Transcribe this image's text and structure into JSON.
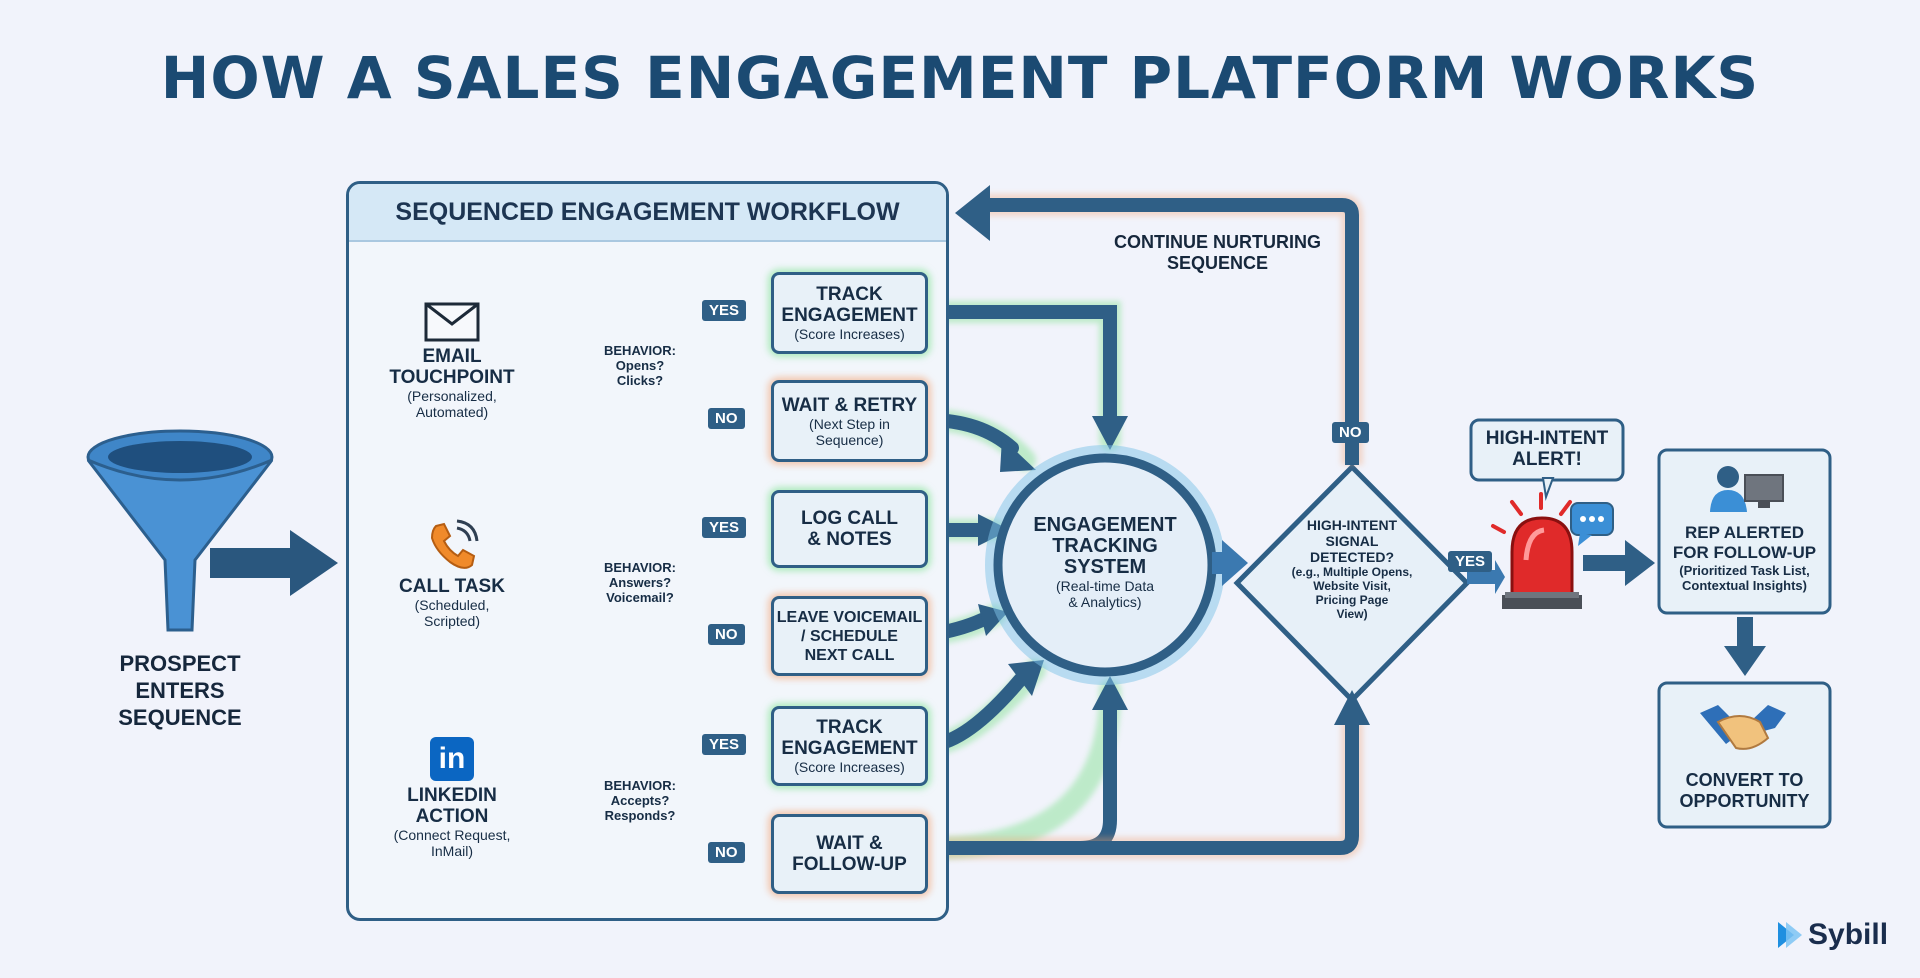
{
  "title": "HOW A SALES ENGAGEMENT PLATFORM WORKS",
  "workflow_header": "SEQUENCED ENGAGEMENT WORKFLOW",
  "prospect": {
    "line1": "PROSPECT",
    "line2": "ENTERS",
    "line3": "SEQUENCE"
  },
  "touchpoints": [
    {
      "icon": "envelope-icon",
      "title1": "EMAIL",
      "title2": "TOUCHPOINT",
      "sub1": "(Personalized,",
      "sub2": "Automated)"
    },
    {
      "icon": "phone-icon",
      "title1": "CALL TASK",
      "title2": "",
      "sub1": "(Scheduled,",
      "sub2": "Scripted)"
    },
    {
      "icon": "linkedin-icon",
      "title1": "LINKEDIN",
      "title2": "ACTION",
      "sub1": "(Connect Request,",
      "sub2": "InMail)"
    }
  ],
  "linkedin_logo_text": "in",
  "decisions": [
    {
      "line1": "BEHAVIOR:",
      "line2": "Opens?",
      "line3": "Clicks?"
    },
    {
      "line1": "BEHAVIOR:",
      "line2": "Answers?",
      "line3": "Voicemail?"
    },
    {
      "line1": "BEHAVIOR:",
      "line2": "Accepts?",
      "line3": "Responds?"
    }
  ],
  "yes_label": "YES",
  "no_label": "NO",
  "outcomes": [
    {
      "l1": "TRACK",
      "l2": "ENGAGEMENT",
      "l3": "",
      "sub": "(Score Increases)"
    },
    {
      "l1": "WAIT & RETRY",
      "l2": "",
      "l3": "",
      "sub": "(Next Step in Sequence)"
    },
    {
      "l1": "LOG CALL",
      "l2": "& NOTES",
      "l3": "",
      "sub": ""
    },
    {
      "l1": "LEAVE VOICEMAIL",
      "l2": "/ SCHEDULE",
      "l3": "NEXT CALL",
      "sub": ""
    },
    {
      "l1": "TRACK",
      "l2": "ENGAGEMENT",
      "l3": "",
      "sub": "(Score Increases)"
    },
    {
      "l1": "WAIT &",
      "l2": "FOLLOW-UP",
      "l3": "",
      "sub": ""
    }
  ],
  "tracking": {
    "l1": "ENGAGEMENT",
    "l2": "TRACKING",
    "l3": "SYSTEM",
    "sub1": "(Real-time Data",
    "sub2": "& Analytics)"
  },
  "continue_label": {
    "l1": "CONTINUE NURTURING",
    "l2": "SEQUENCE"
  },
  "signal": {
    "l1": "HIGH-INTENT",
    "l2": "SIGNAL",
    "l3": "DETECTED?",
    "s1": "(e.g., Multiple Opens,",
    "s2": "Website Visit,",
    "s3": "Pricing Page",
    "s4": "View)"
  },
  "alert": {
    "l1": "HIGH-INTENT",
    "l2": "ALERT!"
  },
  "rep": {
    "l1": "REP ALERTED",
    "l2": "FOR FOLLOW-UP",
    "s1": "(Prioritized Task List,",
    "s2": "Contextual Insights)"
  },
  "convert": {
    "l1": "CONVERT TO",
    "l2": "OPPORTUNITY"
  },
  "brand": "Sybill",
  "colors": {
    "title": "#1b4a72",
    "arrow": "#2f5f86",
    "yes_glow": "#7fe08d",
    "no_glow": "#f2a070",
    "siren": "#e02a2a"
  }
}
